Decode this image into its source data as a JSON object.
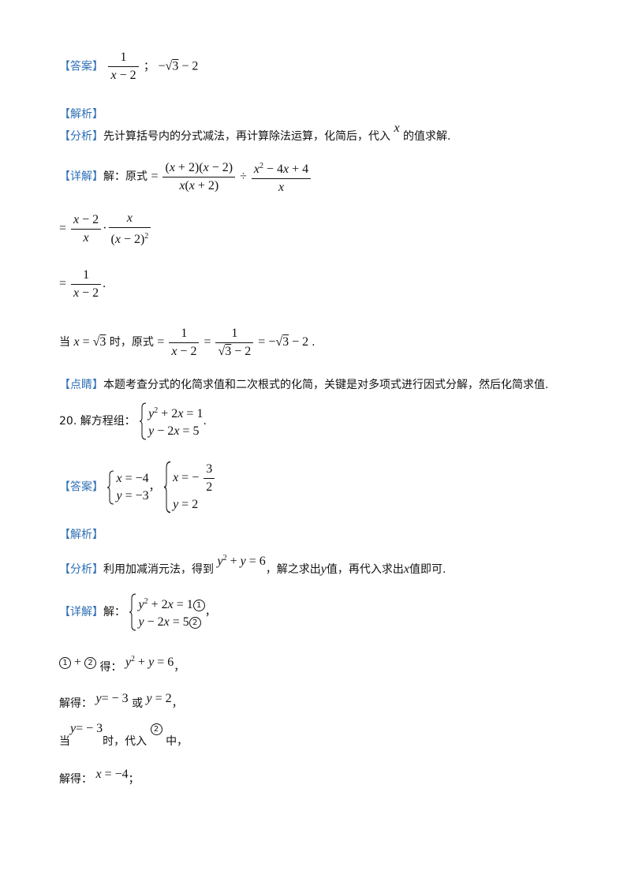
{
  "tags": {
    "answer": "【答案】",
    "analysis": "【解析】",
    "fenxi": "【分析】",
    "detail": "【详解】",
    "comment": "【点睛】"
  },
  "q19": {
    "answer_sep": "；",
    "analysis_text": "先计算括号内的分式减法，再计算除法运算，化简后，代入",
    "analysis_var": "x",
    "analysis_tail": "的值求解.",
    "detail_text": "解：原式",
    "when": "当",
    "then": "时，原式",
    "comment_text": "本题考查分式的化简求值和二次根式的化简，关键是对多项式进行因式分解，然后化简求值."
  },
  "q20": {
    "title": "20. 解方程组：",
    "analysis_text": "利用加减消元法，得到",
    "analysis_mid": "，解之求出",
    "analysis_var_y": "y",
    "analysis_mid2": "值，再代入求出",
    "analysis_var_x": "x",
    "analysis_tail": "值即可.",
    "detail_text": "解：",
    "c1": "1",
    "c2": "2",
    "de": "得：",
    "jiede": "解得：",
    "or": "或",
    "dang": "当",
    "shi_dairu": "时，代入",
    "zhong": "中，"
  },
  "punct": {
    "comma": "，",
    "period": ".",
    "semicolon": "；",
    "dot": "·"
  }
}
